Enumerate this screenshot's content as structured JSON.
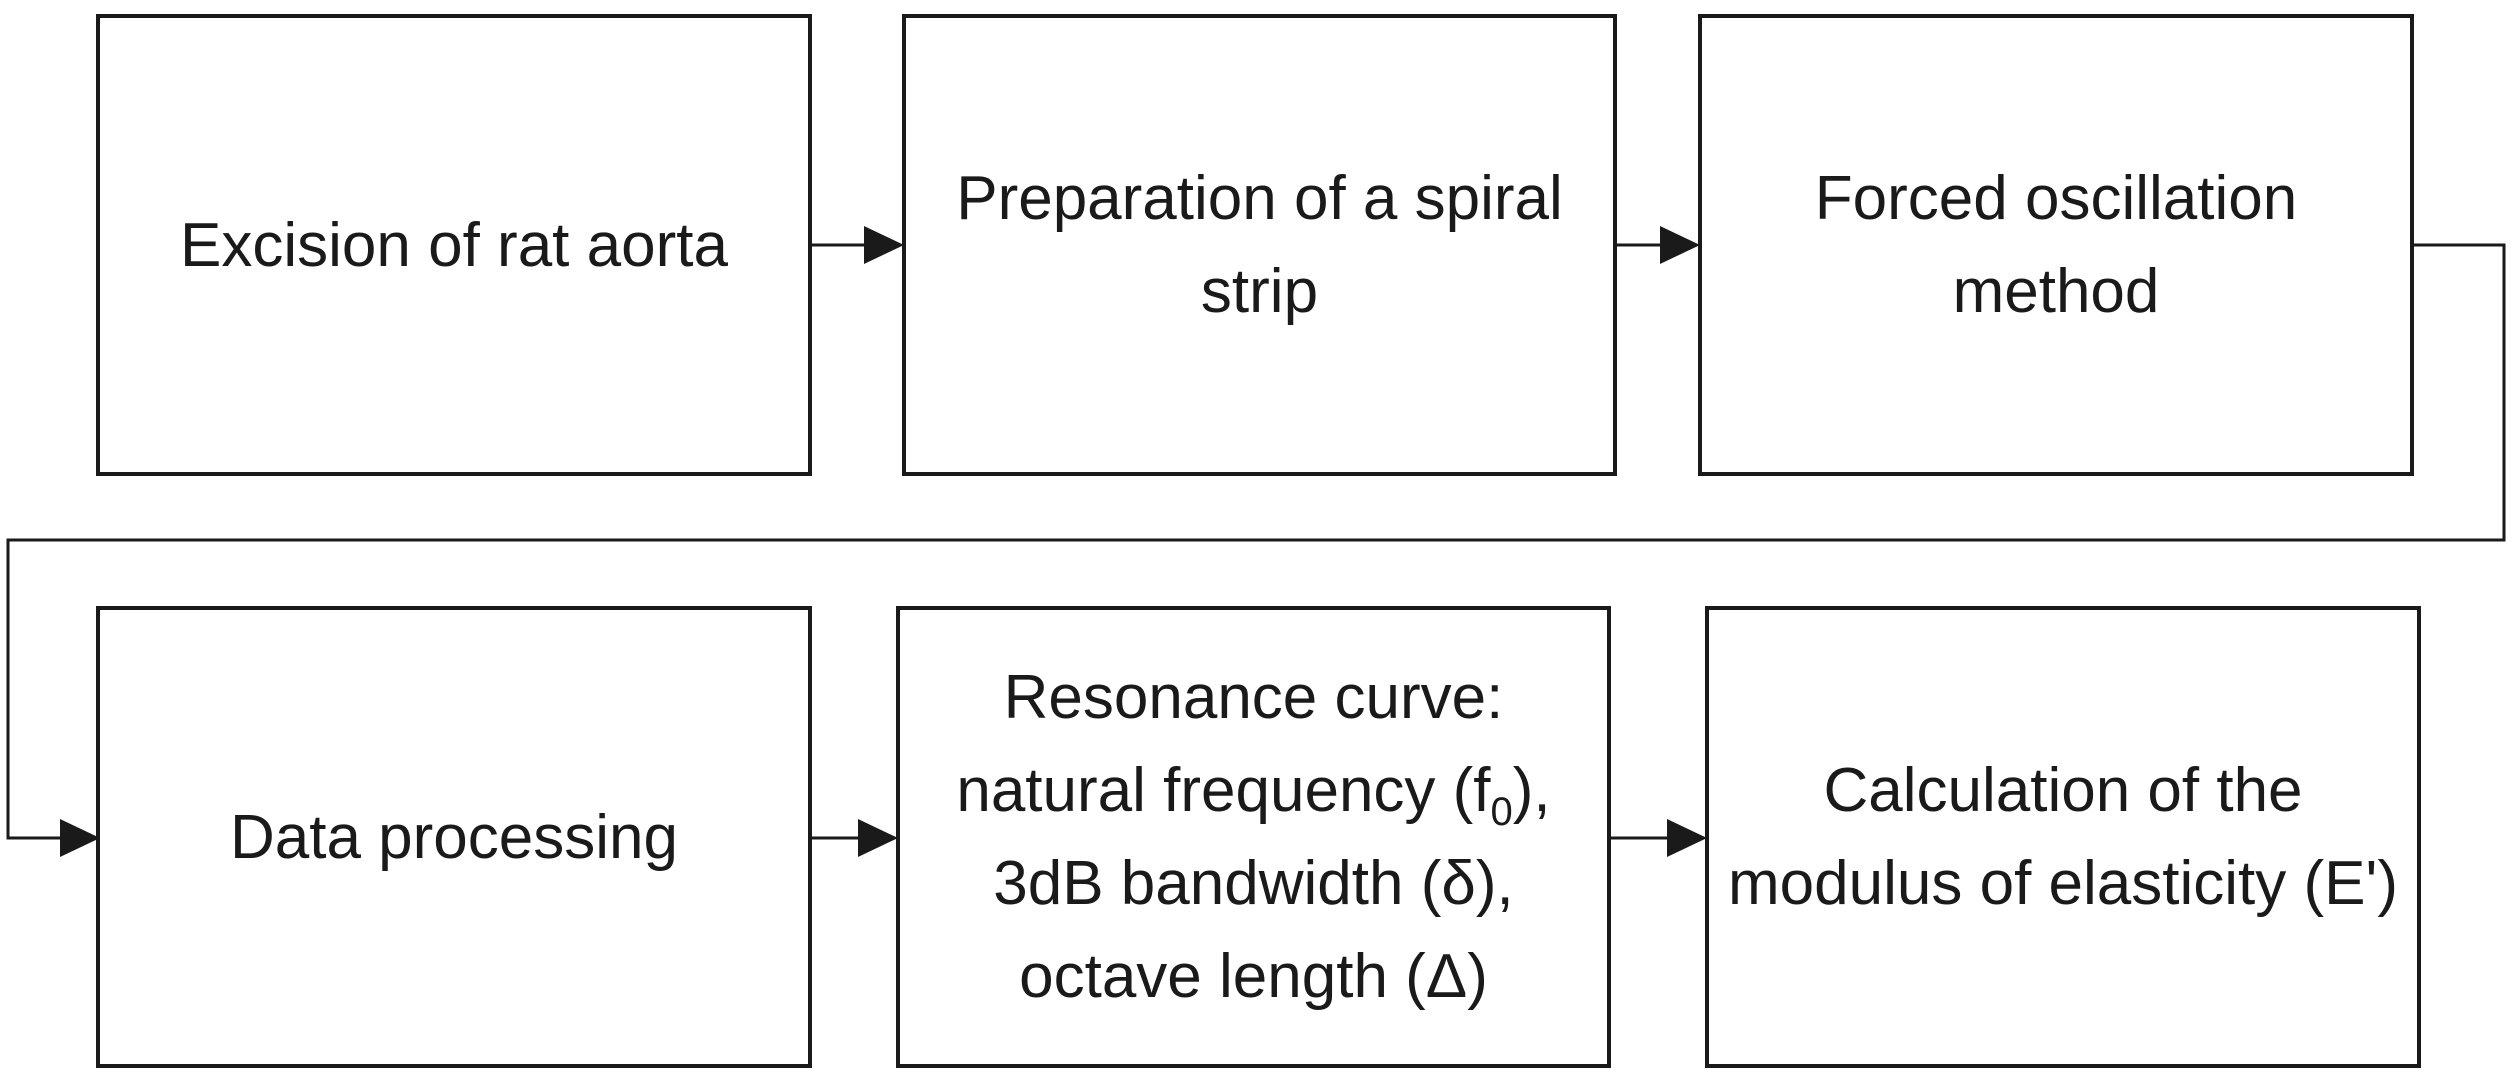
{
  "diagram": {
    "steps": [
      {
        "id": "excision",
        "lines": [
          "Excision of rat aorta"
        ]
      },
      {
        "id": "preparation",
        "lines": [
          "Preparation of a spiral",
          "strip"
        ]
      },
      {
        "id": "forced-oscillation",
        "lines": [
          "Forced oscillation",
          "method"
        ]
      },
      {
        "id": "data-processing",
        "lines": [
          "Data processing"
        ]
      },
      {
        "id": "resonance-curve",
        "lines": [
          "Resonance curve:",
          "natural frequency (f",
          "3dB bandwidth (δ),",
          "octave length (Δ)"
        ],
        "line2_subscript": "0",
        "line2_suffix": "),"
      },
      {
        "id": "calculation",
        "lines": [
          "Calculation of the",
          "modulus of elasticity (E')"
        ]
      }
    ],
    "flow": [
      "excision",
      "preparation",
      "forced-oscillation",
      "data-processing",
      "resonance-curve",
      "calculation"
    ]
  }
}
